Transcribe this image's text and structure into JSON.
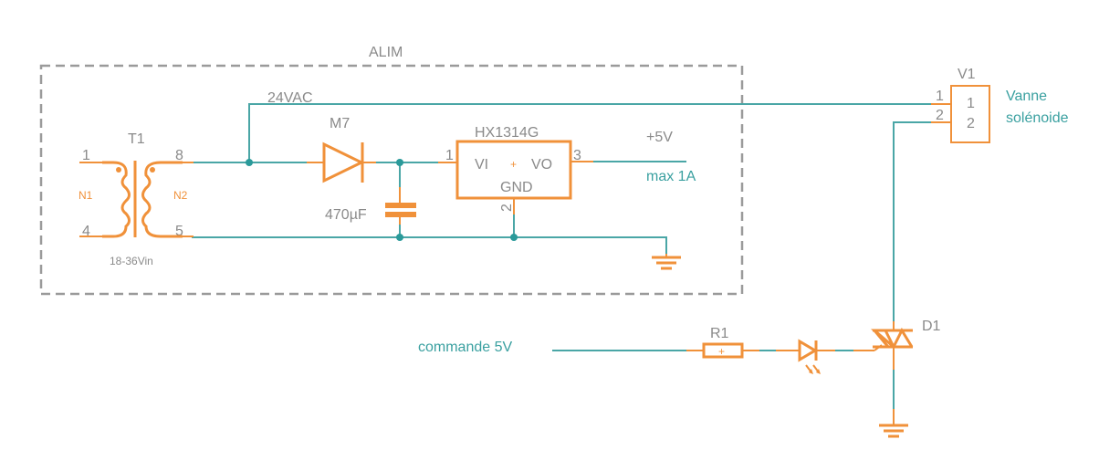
{
  "frame": {
    "label": "ALIM"
  },
  "transformer": {
    "ref": "T1",
    "pin_in_top": "1",
    "pin_in_bottom": "4",
    "pin_out_top": "8",
    "pin_out_bottom": "5",
    "winding_primary": "N1",
    "winding_secondary": "N2",
    "value": "18-36Vin"
  },
  "nets": {
    "vac": "24VAC",
    "v5": "+5V",
    "max": "max 1A",
    "command": "commande 5V",
    "valve_desc_line1": "Vanne",
    "valve_desc_line2": "solénoide"
  },
  "diode": {
    "ref": "M7"
  },
  "capacitor": {
    "value": "470µF"
  },
  "regulator": {
    "ref": "HX1314G",
    "pin_in": "VI",
    "pin_out": "VO",
    "pin_gnd": "GND",
    "pin1": "1",
    "pin2": "2",
    "pin3": "3"
  },
  "valve": {
    "ref": "V1",
    "pin1": "1",
    "pin2": "2",
    "inner1": "1",
    "inner2": "2"
  },
  "resistor": {
    "ref": "R1"
  },
  "triac": {
    "ref": "D1"
  }
}
